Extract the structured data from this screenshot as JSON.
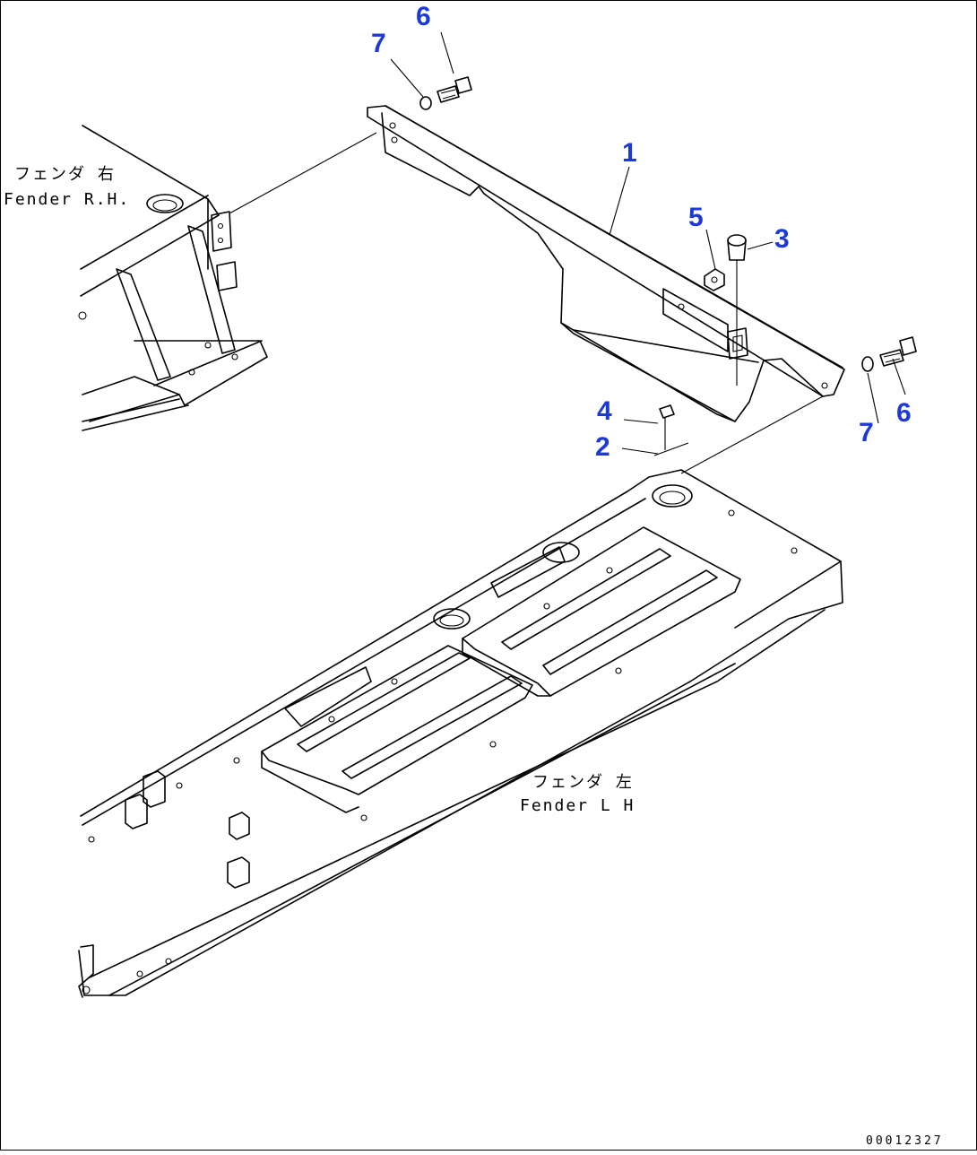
{
  "diagram": {
    "callouts": [
      {
        "id": "c7-top",
        "text": "7"
      },
      {
        "id": "c6-top",
        "text": "6"
      },
      {
        "id": "c1",
        "text": "1"
      },
      {
        "id": "c5",
        "text": "5"
      },
      {
        "id": "c3",
        "text": "3"
      },
      {
        "id": "c4",
        "text": "4"
      },
      {
        "id": "c2",
        "text": "2"
      },
      {
        "id": "c7-right",
        "text": "7"
      },
      {
        "id": "c6-right",
        "text": "6"
      }
    ],
    "labels": {
      "fender_rh_jp": "フェンダ 右",
      "fender_rh_en": "Fender R.H.",
      "fender_lh_jp": "フェンダ 左",
      "fender_lh_en": "Fender L H"
    },
    "drawing_number": "00012327"
  }
}
